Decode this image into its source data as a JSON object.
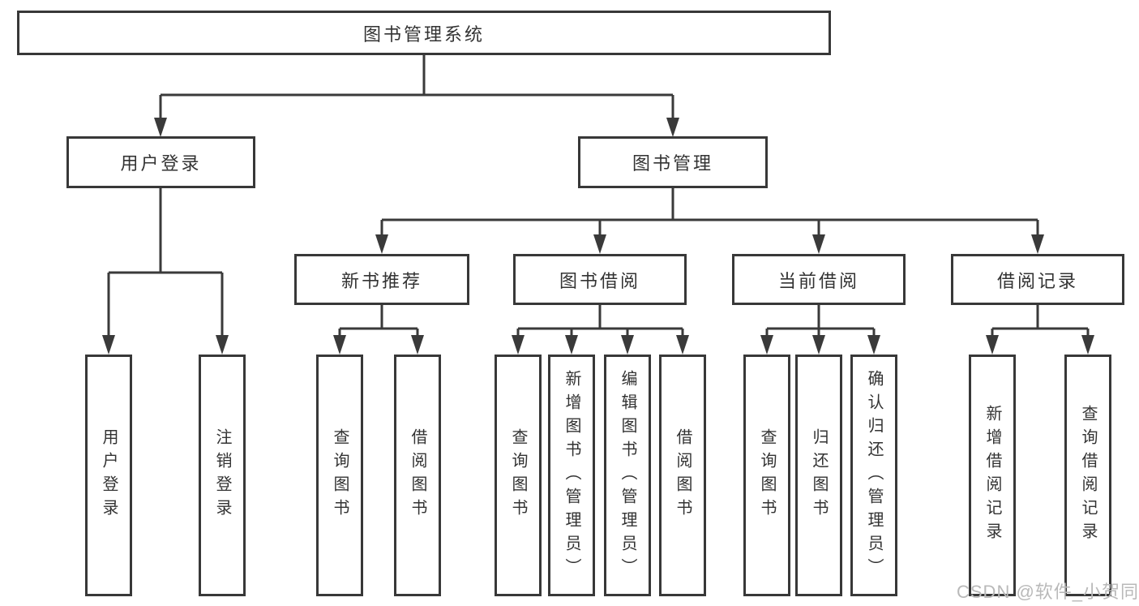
{
  "diagram": {
    "title": "图书管理系统",
    "root": {
      "label": "图书管理系统"
    },
    "level2": [
      {
        "label": "用户登录"
      },
      {
        "label": "图书管理"
      }
    ],
    "level3": [
      {
        "label": "新书推荐"
      },
      {
        "label": "图书借阅"
      },
      {
        "label": "当前借阅"
      },
      {
        "label": "借阅记录"
      }
    ],
    "leaves": {
      "user_login": [
        {
          "label": "用户登录"
        },
        {
          "label": "注销登录"
        }
      ],
      "new_book": [
        {
          "label": "查询图书"
        },
        {
          "label": "借阅图书"
        }
      ],
      "book_borrow": [
        {
          "label": "查询图书"
        },
        {
          "label": "新增图书（管理员）"
        },
        {
          "label": "编辑图书（管理员）"
        },
        {
          "label": "借阅图书"
        }
      ],
      "current_borrow": [
        {
          "label": "查询图书"
        },
        {
          "label": "归还图书"
        },
        {
          "label": "确认归还（管理员）"
        }
      ],
      "borrow_record": [
        {
          "label": "新增借阅记录"
        },
        {
          "label": "查询借阅记录"
        }
      ]
    },
    "watermark": "CSDN @软件_小贺同学",
    "colors": {
      "line": "#3a3a3a",
      "text": "#333333",
      "watermark": "#b9b9b9",
      "background": "#ffffff"
    }
  }
}
